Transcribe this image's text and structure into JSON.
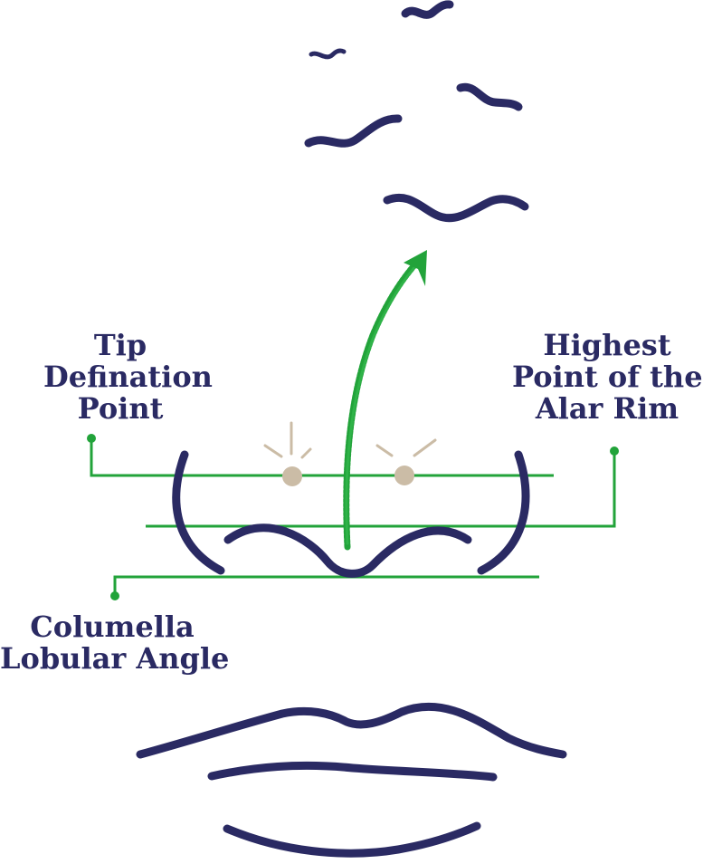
{
  "labels": {
    "tip_definition": [
      "Tip",
      "Defination",
      "Point"
    ],
    "alar_rim": [
      "Highest",
      "Point of the",
      "Alar Rim"
    ],
    "columella": [
      "Columella",
      "Lobular Angle"
    ]
  },
  "colors": {
    "ink": "#2a2a63",
    "guide": "#22a33a",
    "highlight": "#cbbca6"
  }
}
